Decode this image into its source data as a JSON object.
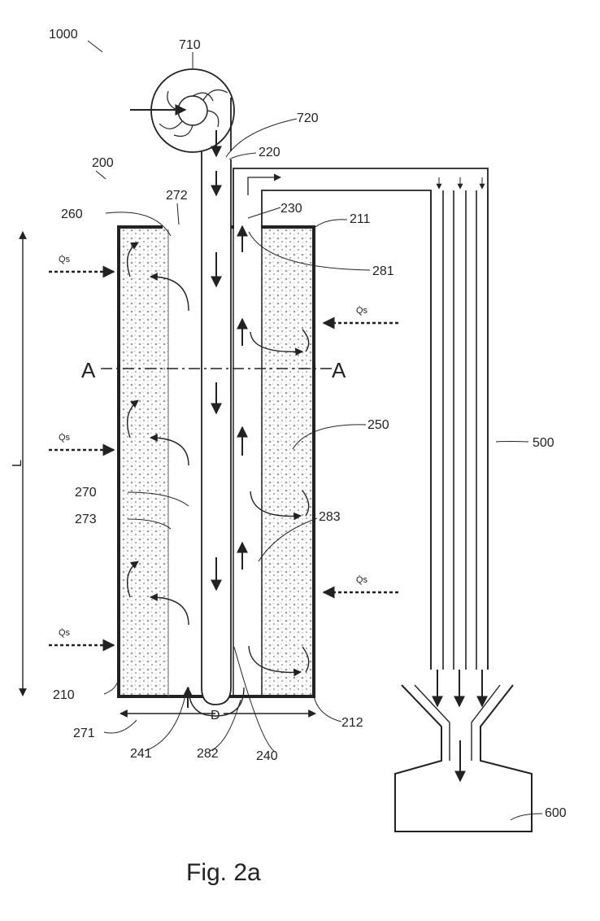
{
  "figure": {
    "caption": "Fig. 2a",
    "colors": {
      "ink": "#222222",
      "fill_pattern": "#bdbdbd",
      "background": "#ffffff"
    },
    "labels": {
      "system": "1000",
      "blower": "710",
      "blower_outlet": "720",
      "reactor": "200",
      "inlet_port": "220",
      "outlet_port": "230",
      "top_cap": "272",
      "top_left": "260",
      "top_right": "211",
      "riser_top": "281",
      "section_left": "A",
      "section_right": "A",
      "bed": "250",
      "inner_tube": "270",
      "inner_wall": "273",
      "riser_wall": "283",
      "outer_left": "210",
      "bottom_left": "271",
      "bottom_center": "241",
      "bottom_annulus": "282",
      "bottom_right_channel": "240",
      "bottom_right": "212",
      "condenser": "500",
      "collector": "600",
      "length": "L",
      "diameter": "D",
      "heat_flux": "Q̇s"
    }
  }
}
